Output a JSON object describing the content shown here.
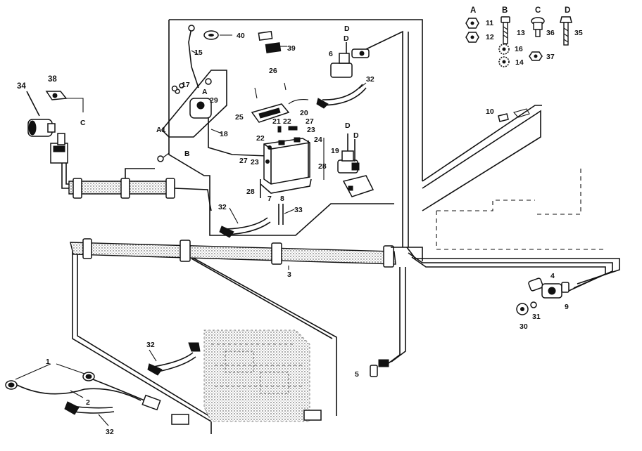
{
  "diagram": {
    "labels": {
      "l1": "1",
      "l2": "2",
      "l3": "3",
      "l4": "4",
      "l5": "5",
      "l6": "6",
      "l7": "7",
      "l8": "8",
      "l9": "9",
      "l10": "10",
      "l11": "11",
      "l12": "12",
      "l13": "13",
      "l14": "14",
      "l15": "15",
      "l16": "16",
      "l17": "17",
      "l18": "18",
      "l19": "19",
      "l20": "20",
      "l21": "21",
      "l22a": "22",
      "l22b": "22",
      "l23a": "23",
      "l23b": "23",
      "l24": "24",
      "l25": "25",
      "l26": "26",
      "l27a": "27",
      "l27b": "27",
      "l28a": "28",
      "l28b": "28",
      "l29": "29",
      "l30": "30",
      "l31": "31",
      "l32a": "32",
      "l32b": "32",
      "l32c": "32",
      "l32d": "32",
      "l33": "33",
      "l34": "34",
      "l35": "35",
      "l36": "36",
      "l37": "37",
      "l38": "38",
      "l39": "39",
      "l40": "40",
      "hdrA": "A",
      "hdrB": "B",
      "hdrC": "C",
      "hdrD": "D",
      "conA": "A",
      "conA1": "A1",
      "conB": "B",
      "conC": "C",
      "conD1": "D",
      "conD2": "D",
      "conD3": "D",
      "conD4": "D"
    }
  }
}
